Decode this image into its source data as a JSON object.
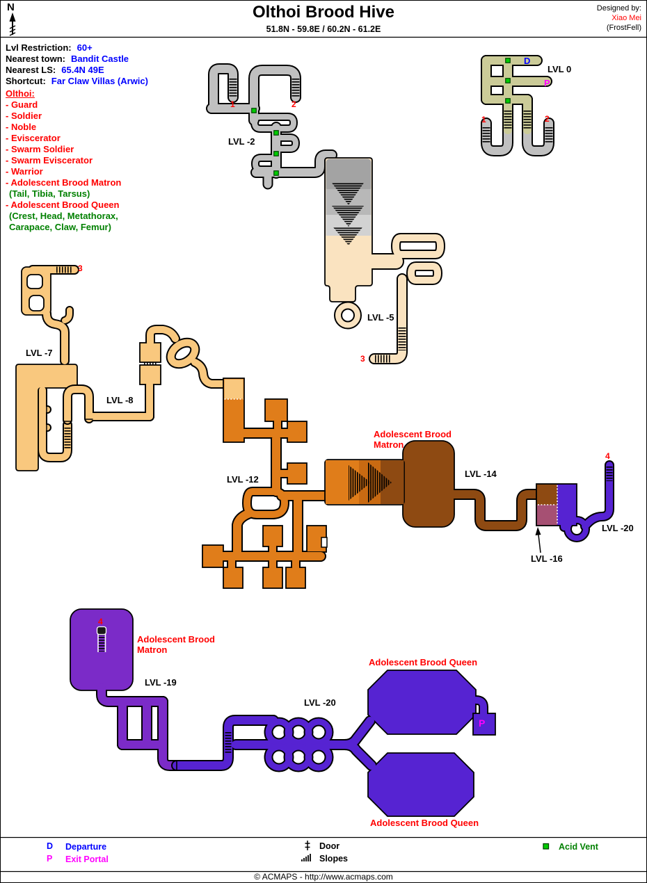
{
  "header": {
    "north": "N",
    "title": "Olthoi Brood Hive",
    "coords": "51.8N - 59.8E  /  60.2N - 61.2E",
    "designed_by": "Designed by:",
    "designer": "Xiao Mei",
    "guild": "(FrostFell)"
  },
  "info": {
    "rows": [
      {
        "label": "Lvl Restriction:",
        "value": "60+"
      },
      {
        "label": "Nearest town:",
        "value": "Bandit Castle"
      },
      {
        "label": "Nearest LS:",
        "value": "65.4N 49E"
      },
      {
        "label": "Shortcut:",
        "value": "Far Claw Villas (Arwic)"
      }
    ],
    "olthoi_header": "Olthoi:",
    "monsters": [
      "- Guard",
      "- Soldier",
      "- Noble",
      "- Eviscerator",
      "-  Swarm Soldier",
      "- Swarm Eviscerator",
      "- Warrior",
      "- Adolescent Brood Matron"
    ],
    "matron_drops": "(Tail, Tibia, Tarsus)",
    "queen_line": "- Adolescent Brood Queen",
    "queen_drops1": "(Crest, Head, Metathorax,",
    "queen_drops2": "Carapace, Claw, Femur)"
  },
  "levels": {
    "lvl0": {
      "label": "LVL 0",
      "color": "#CBCB98"
    },
    "lvl2": {
      "label": "LVL -2",
      "color": "#C0C0C0"
    },
    "lvl5": {
      "label": "LVL -5",
      "color": "#FAE3C0"
    },
    "lvl7": {
      "label": "LVL -7",
      "color": "#F9C87E"
    },
    "lvl8": {
      "label": "LVL -8",
      "color": "#F9C87E"
    },
    "lvl12": {
      "label": "LVL -12",
      "color": "#E07D1A"
    },
    "lvl14": {
      "label": "LVL -14",
      "color": "#8E4A12"
    },
    "lvl16": {
      "label": "LVL -16",
      "color": "#A65073"
    },
    "lvl19": {
      "label": "LVL -19",
      "color": "#7B2BC8"
    },
    "lvl20": {
      "label": "LVL -20",
      "color": "#5623D2"
    },
    "lvl20b": {
      "label": "LVL -20"
    }
  },
  "markers": {
    "one_a": "1",
    "two_a": "2",
    "one_b": "1",
    "two_b": "2",
    "three_a": "3",
    "three_b": "3",
    "four_a": "4",
    "four_b": "4",
    "departure": "D",
    "exit_portal": "P",
    "exit_portal_b": "P"
  },
  "annotations": {
    "matron_top_1": "Adolescent Brood",
    "matron_top_2": "Matron",
    "matron_left_1": "Adolescent Brood",
    "matron_left_2": "Matron",
    "queen_top": "Adolescent Brood Queen",
    "queen_bottom": "Adolescent Brood Queen"
  },
  "legend": {
    "departure_symbol": "D",
    "departure_label": "Departure",
    "portal_symbol": "P",
    "portal_label": "Exit Portal",
    "door_label": "Door",
    "slopes_label": "Slopes",
    "vent_label": "Acid Vent"
  },
  "footer": {
    "copyright": "© ACMAPS - http://www.acmaps.com"
  },
  "palette": {
    "red": "#FF0000",
    "blue": "#0000FF",
    "green": "#008000",
    "magenta": "#FF00FF",
    "vent_fill": "#00CC00",
    "vent_edge": "#004400",
    "gray_band1": "#A3A3A3",
    "gray_band2": "#B8B8B8",
    "gray_band3": "#D2D2D2",
    "funnel_mid": "#C96A12",
    "white": "#FFFFFF",
    "outline": "#000000"
  }
}
